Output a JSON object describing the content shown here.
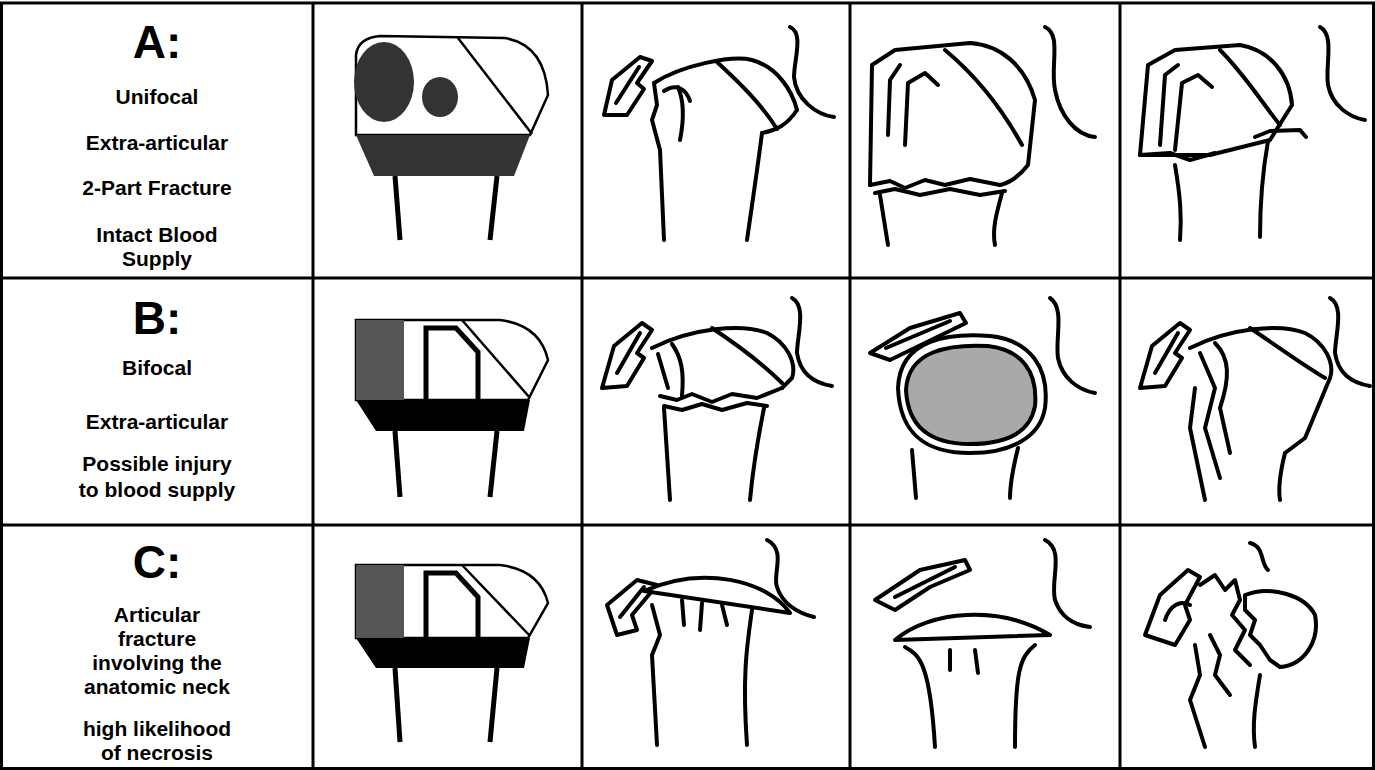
{
  "diagram": {
    "nodes": [
      {
        "text": [
          "A:",
          "Unifocal",
          "Extra-articular",
          "2-Part Fracture",
          "Intact Blood Supply"
        ]
      },
      {
        "text": [
          "B:",
          "Bifocal",
          "Extra-articular",
          "Possible injury to blood supply"
        ]
      },
      {
        "text": [
          "C:",
          "Articular fracture involving the anatomic neck",
          "high likelihood of necrosis"
        ]
      }
    ]
  }
}
